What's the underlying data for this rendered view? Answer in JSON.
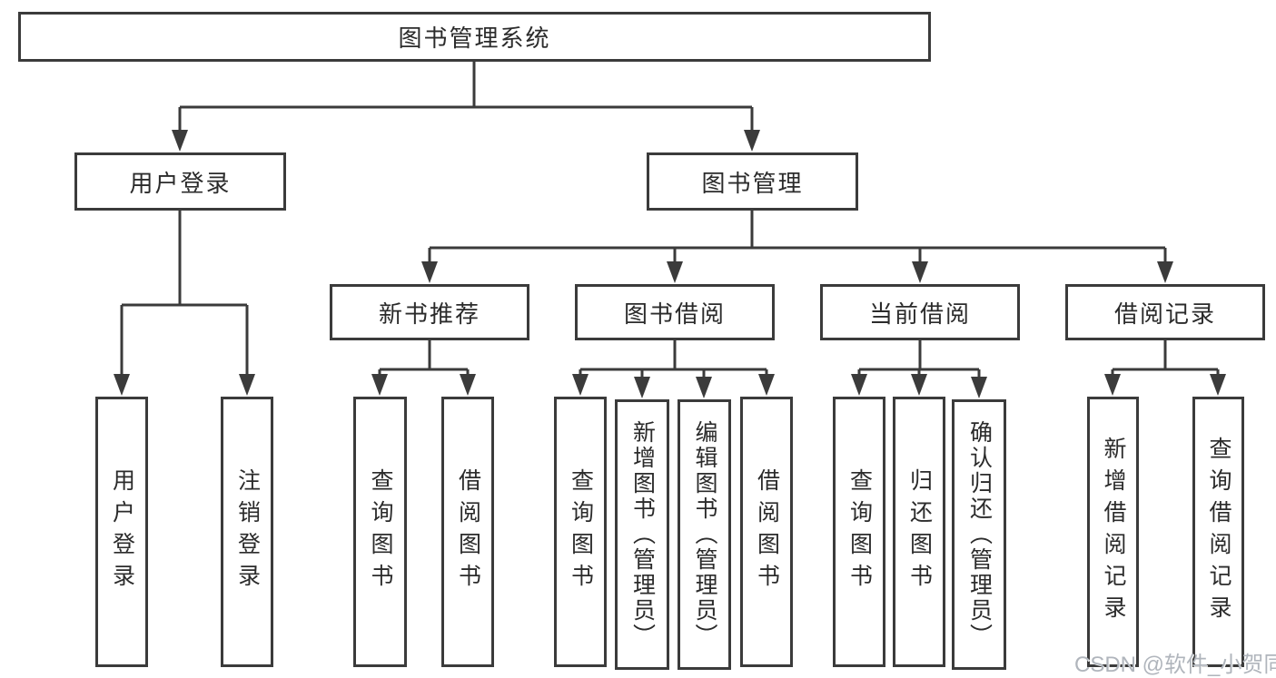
{
  "diagram": {
    "title": "图书管理系统",
    "watermark": "CSDN @软件_小贺同学",
    "colors": {
      "background": "#ffffff",
      "line": "#3b3b3b",
      "border": "#3b3b3b",
      "text": "#2b2b2b",
      "watermark": "#b0b5bc"
    },
    "nodes": {
      "root": "图书管理系统",
      "user_login_branch": "用户登录",
      "book_mgmt_branch": "图书管理",
      "new_book_rec": "新书推荐",
      "book_borrow": "图书借阅",
      "current_borrow": "当前借阅",
      "borrow_records": "借阅记录",
      "user_login": "用户登录",
      "logout": "注销登录",
      "query_books_1": "查询图书",
      "borrow_books_1": "借阅图书",
      "query_books_2": "查询图书",
      "add_books": "新增图书（管理员）",
      "edit_books": "编辑图书（管理员）",
      "borrow_books_2": "借阅图书",
      "query_books_3": "查询图书",
      "return_books": "归还图书",
      "confirm_return": "确认归还（管理员）",
      "add_borrow_record": "新增借阅记录",
      "query_borrow_record": "查询借阅记录"
    }
  }
}
